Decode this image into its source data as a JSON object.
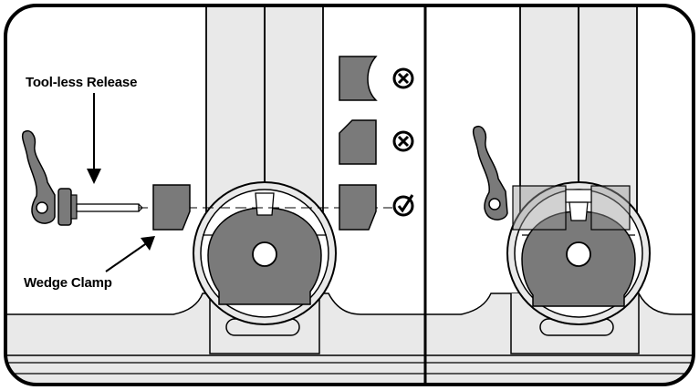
{
  "labels": {
    "tool_less_release": "Tool-less Release",
    "wedge_clamp": "Wedge Clamp"
  },
  "wedge_options": [
    {
      "shape": "concave-wedge",
      "status": "incorrect",
      "status_icon": "x-circle-icon"
    },
    {
      "shape": "chamfered-wedge",
      "status": "incorrect",
      "status_icon": "x-circle-icon"
    },
    {
      "shape": "correct-wedge",
      "status": "correct",
      "status_icon": "check-circle-icon"
    }
  ],
  "colors": {
    "outline": "#000000",
    "part_fill": "#7a7a7a",
    "light_fill": "#e9e9e9",
    "panel_bg": "#ffffff"
  }
}
